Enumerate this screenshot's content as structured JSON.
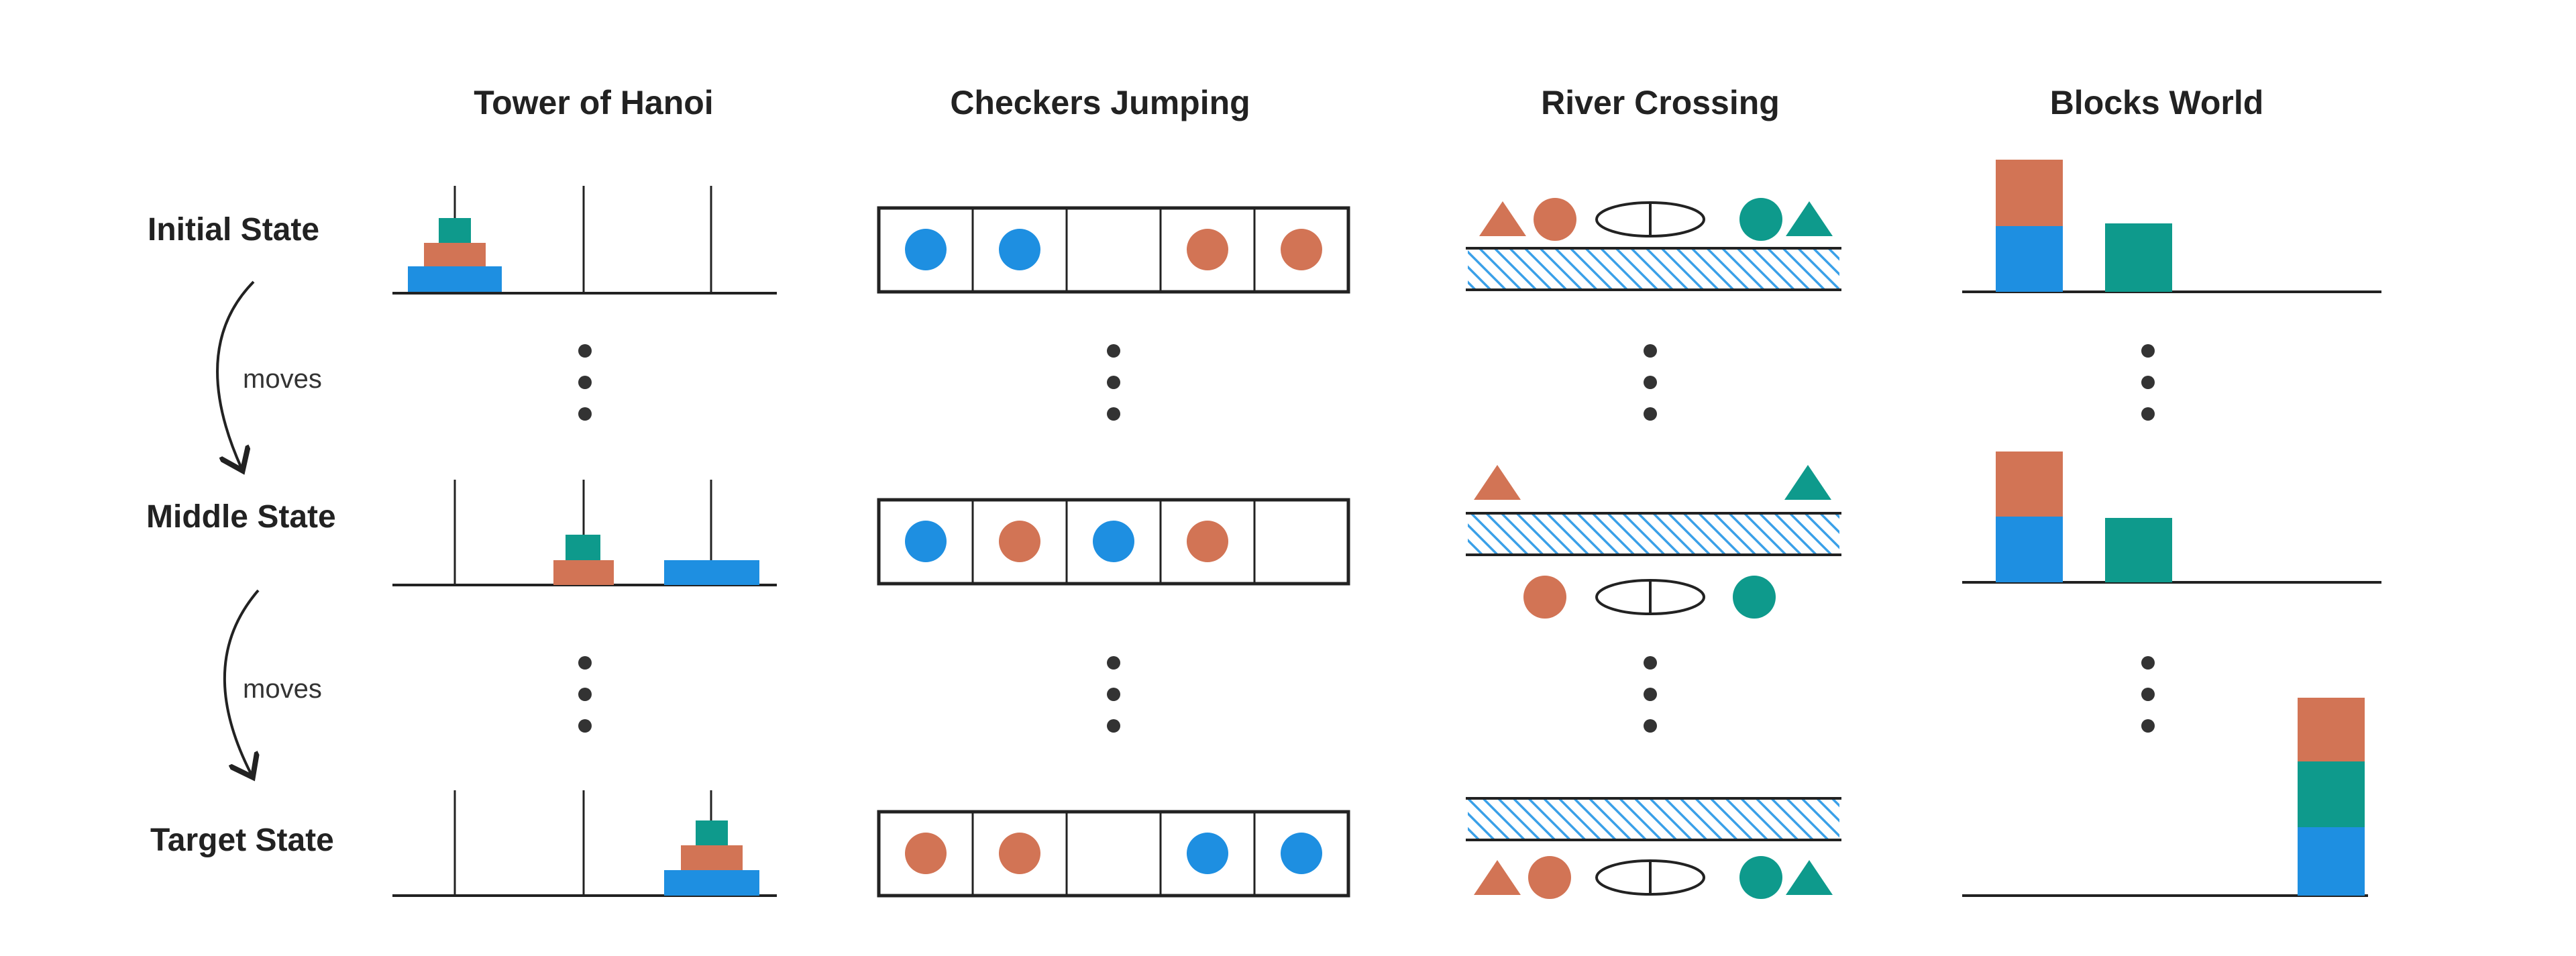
{
  "columns": {
    "hanoi": "Tower of Hanoi",
    "checkers": "Checkers Jumping",
    "river": "River Crossing",
    "blocks": "Blocks World"
  },
  "rows": {
    "initial": "Initial State",
    "middle": "Middle State",
    "target": "Target State"
  },
  "moves": {
    "first": "moves",
    "second": "moves"
  },
  "colors": {
    "blue": "#1E8FE1",
    "orange": "#D27455",
    "teal": "#0E9A8C",
    "ink": "#222222",
    "hatch": "#3AA0E8"
  }
}
